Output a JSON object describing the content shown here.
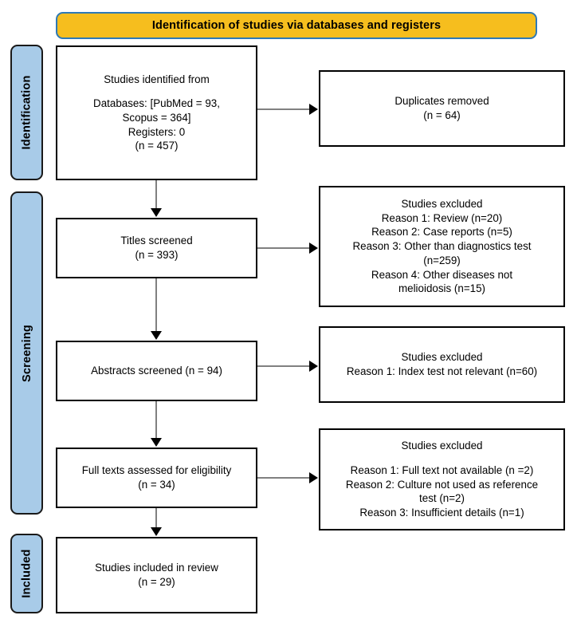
{
  "banner": {
    "title": "Identification of studies via databases and registers",
    "fill_color": "#F6BE1E",
    "border_color": "#2E79B5"
  },
  "stages": [
    {
      "id": "identification",
      "label": "Identification",
      "fill_color": "#A8CBE8"
    },
    {
      "id": "screening",
      "label": "Screening",
      "fill_color": "#A8CBE8"
    },
    {
      "id": "included",
      "label": "Included",
      "fill_color": "#A8CBE8"
    }
  ],
  "boxes": {
    "identified": {
      "lines": [
        "Studies identified from",
        "",
        "Databases: [PubMed = 93,",
        "Scopus = 364]",
        "Registers: 0",
        "(n = 457)"
      ]
    },
    "duplicates": {
      "lines": [
        "Duplicates removed",
        "(n = 64)"
      ]
    },
    "titles_screened": {
      "lines": [
        "Titles screened",
        "(n = 393)"
      ]
    },
    "excluded_titles": {
      "lines": [
        "Studies excluded",
        "Reason 1: Review (n=20)",
        "Reason 2: Case reports (n=5)",
        "Reason 3: Other than diagnostics test",
        "(n=259)",
        "Reason 4: Other diseases not",
        "melioidosis (n=15)"
      ]
    },
    "abstracts_screened": {
      "lines": [
        "Abstracts screened (n = 94)"
      ]
    },
    "excluded_abstracts": {
      "lines": [
        "Studies excluded",
        "Reason 1: Index test not relevant (n=60)"
      ]
    },
    "full_texts": {
      "lines": [
        "Full texts assessed for eligibility",
        "(n = 34)"
      ]
    },
    "excluded_full_texts": {
      "lines": [
        "Studies excluded",
        "",
        "Reason 1: Full text not available (n =2)",
        "Reason 2: Culture not used as reference",
        "test (n=2)",
        "Reason 3: Insufficient details (n=1)"
      ]
    },
    "included_review": {
      "lines": [
        "Studies included in review",
        "(n = 29)"
      ]
    }
  },
  "connectors": {
    "line_color": "#808080",
    "arrow_color": "#000000"
  }
}
